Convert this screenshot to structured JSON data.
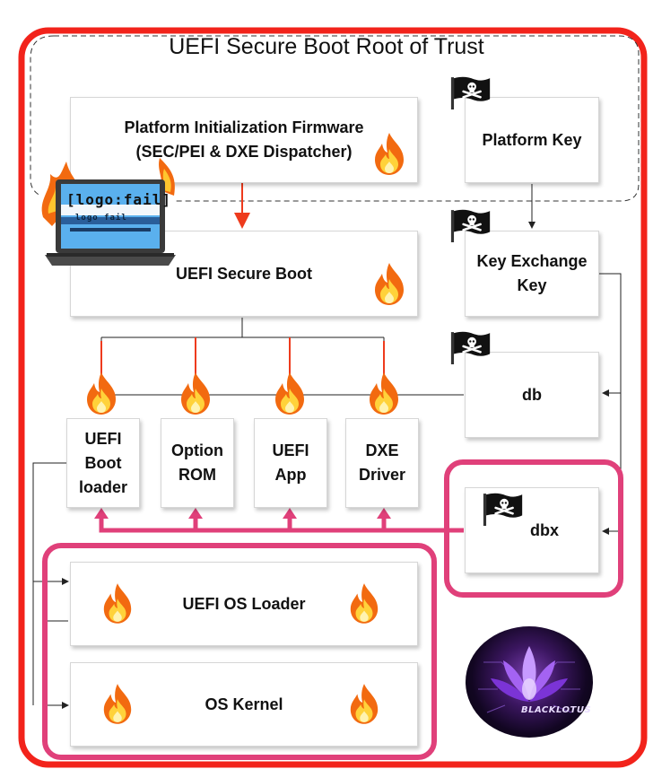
{
  "title": "UEFI Secure Boot Root of Trust",
  "boxes": {
    "pi_firmware": {
      "line1": "Platform Initialization Firmware",
      "line2": "(SEC/PEI & DXE Dispatcher)"
    },
    "platform_key": "Platform Key",
    "secure_boot": "UEFI Secure Boot",
    "kek": {
      "line1": "Key Exchange",
      "line2": "Key"
    },
    "db": "db",
    "dbx": "dbx",
    "boot_loader": {
      "line1": "UEFI",
      "line2": "Boot",
      "line3": "loader"
    },
    "option_rom": {
      "line1": "Option",
      "line2": "ROM"
    },
    "uefi_app": {
      "line1": "UEFI",
      "line2": "App"
    },
    "dxe_driver": {
      "line1": "DXE",
      "line2": "Driver"
    },
    "os_loader": "UEFI OS Loader",
    "os_kernel": "OS Kernel"
  },
  "laptop_screen_text": "[logo:fail]",
  "laptop_under_text": "logo fail",
  "logo_text": "BLACKLOTUS",
  "colors": {
    "outer_frame": "#f2231b",
    "highlight": "#e0407a",
    "arrow_red": "#ee3b1d",
    "connector": "#222222",
    "flame_outer": "#f26a10",
    "flame_inner": "#ffd23a"
  },
  "icons": [
    "pirate-flag-icon",
    "flame-icon",
    "laptop-icon",
    "blacklotus-logo"
  ]
}
